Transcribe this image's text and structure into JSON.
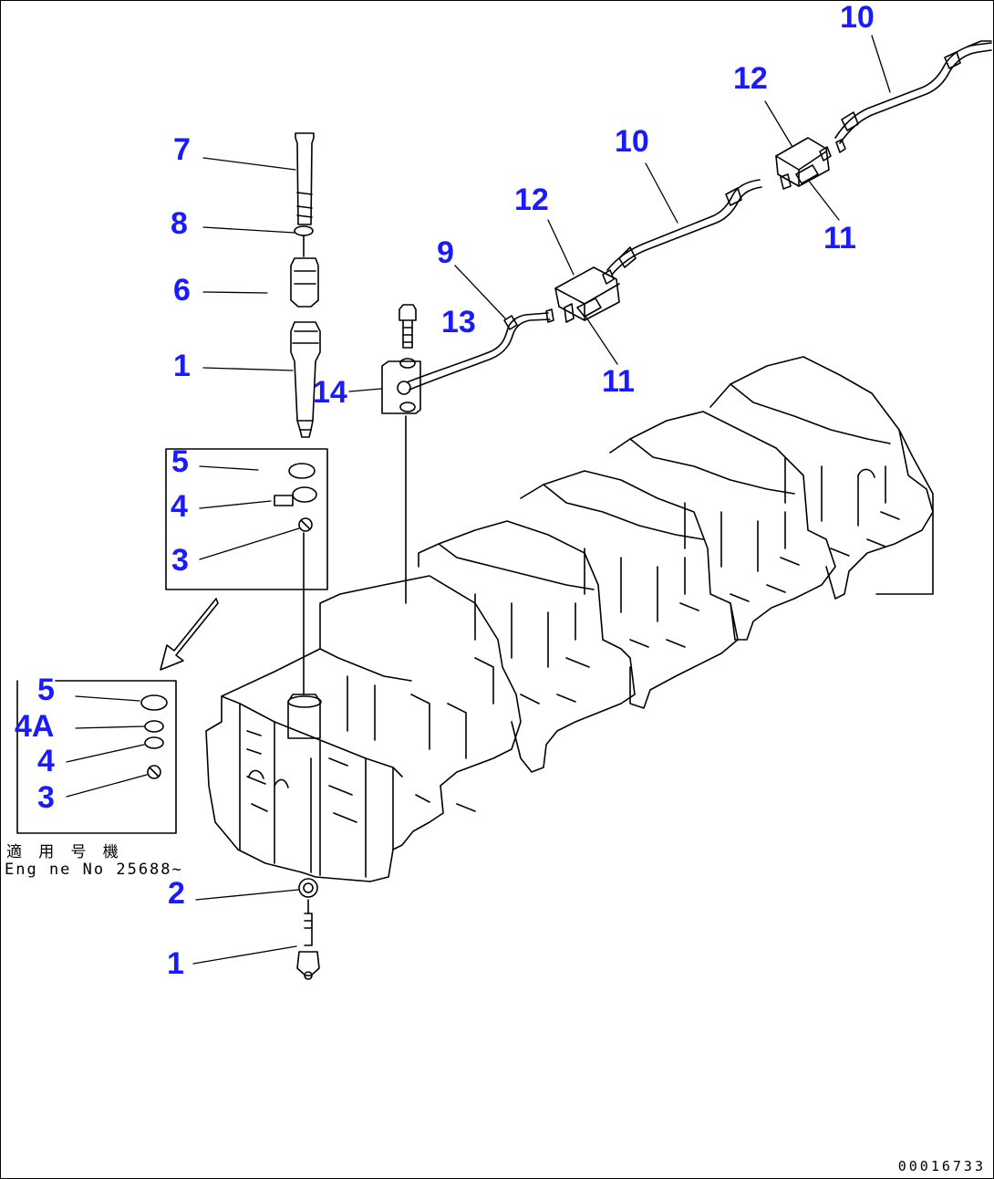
{
  "callouts": {
    "n1": "7",
    "n2": "8",
    "n3": "6",
    "n4": "1",
    "n5": "5",
    "n6": "4",
    "n7": "3",
    "n8": "5",
    "n9": "4A",
    "n10": "4",
    "n11": "3",
    "n12": "2",
    "n13": "1",
    "n14": "13",
    "n15": "14",
    "n16": "9",
    "n17": "12",
    "n18": "11",
    "n19": "10",
    "n20": "12",
    "n21": "11",
    "n22": "10"
  },
  "notes": {
    "applicable_jp": "適 用 号 機",
    "engine_no": "Eng ne No 25688~"
  },
  "drawing_number": "00016733",
  "colors": {
    "callout": "#1a1aff",
    "line": "#000000",
    "background": "#ffffff"
  }
}
